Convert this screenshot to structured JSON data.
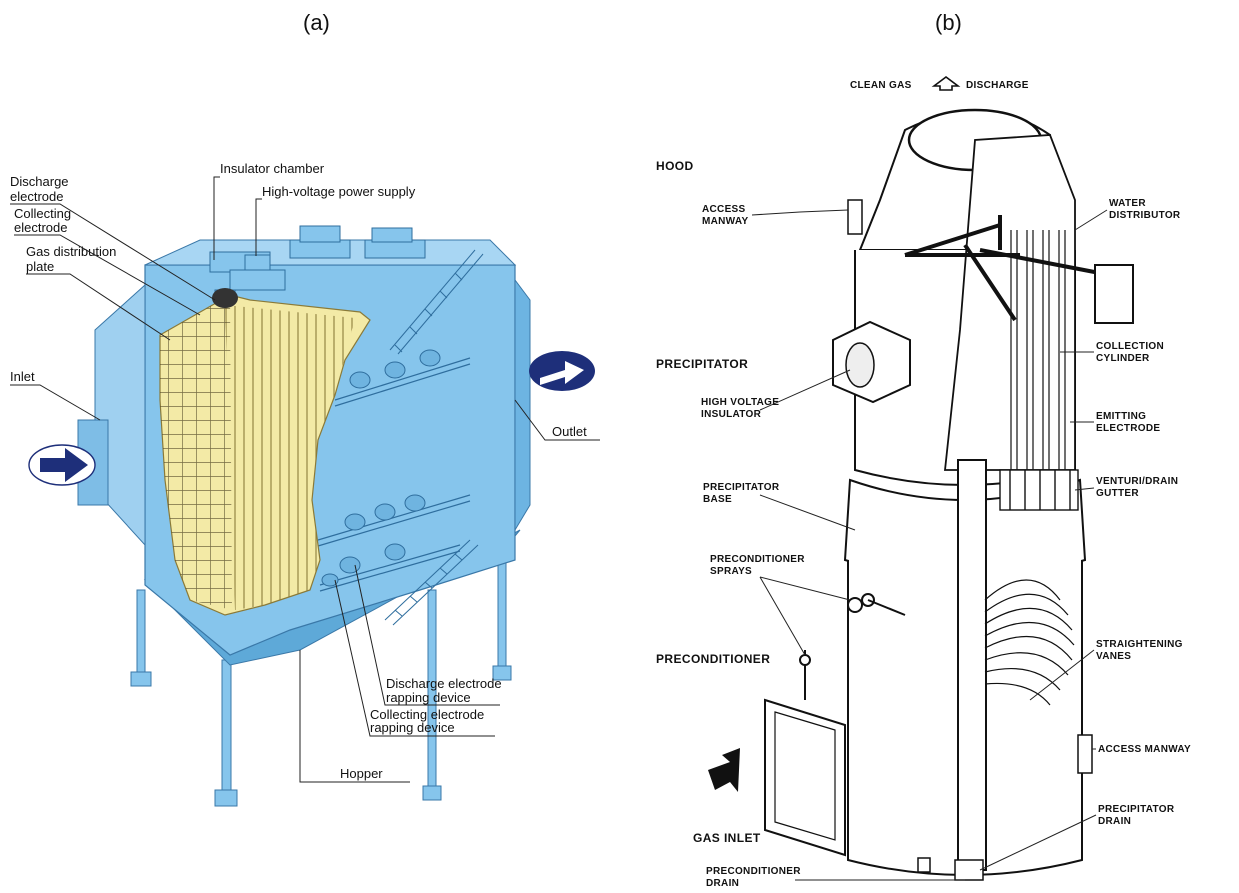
{
  "panels": {
    "a": {
      "label": "(a)",
      "callouts": {
        "discharge_electrode_1": "Discharge",
        "discharge_electrode_2": "electrode",
        "collecting_electrode_1": "Collecting",
        "collecting_electrode_2": "electrode",
        "gas_distribution_1": "Gas distribution",
        "gas_distribution_2": "plate",
        "insulator_chamber": "Insulator chamber",
        "hv_power_supply": "High-voltage power supply",
        "inlet": "Inlet",
        "outlet": "Outlet",
        "discharge_rapping_1": "Discharge electrode",
        "discharge_rapping_2": "rapping device",
        "collecting_rapping_1": "Collecting electrode",
        "collecting_rapping_2": "rapping device",
        "hopper": "Hopper"
      }
    },
    "b": {
      "label": "(b)",
      "top_caption_left": "CLEAN GAS",
      "top_caption_right": "DISCHARGE",
      "sections": {
        "hood": "HOOD",
        "precipitator": "PRECIPITATOR",
        "preconditioner": "PRECONDITIONER"
      },
      "callouts": {
        "access_manway_1": "ACCESS",
        "access_manway_2": "MANWAY",
        "water_distributor_1": "WATER",
        "water_distributor_2": "DISTRIBUTOR",
        "collection_cylinder_1": "COLLECTION",
        "collection_cylinder_2": "CYLINDER",
        "hv_insulator_1": "HIGH VOLTAGE",
        "hv_insulator_2": "INSULATOR",
        "emitting_electrode_1": "EMITTING",
        "emitting_electrode_2": "ELECTRODE",
        "precipitator_base_1": "PRECIPITATOR",
        "precipitator_base_2": "BASE",
        "venturi_1": "VENTURI/DRAIN",
        "venturi_2": "GUTTER",
        "preconditioner_sprays_1": "PRECONDITIONER",
        "preconditioner_sprays_2": "SPRAYS",
        "straightening_vanes_1": "STRAIGHTENING",
        "straightening_vanes_2": "VANES",
        "access_manway_lower": "ACCESS MANWAY",
        "gas_inlet": "GAS INLET",
        "precipitator_drain_1": "PRECIPITATOR",
        "precipitator_drain_2": "DRAIN",
        "preconditioner_drain_1": "PRECONDITIONER",
        "preconditioner_drain_2": "DRAIN"
      }
    }
  },
  "colors": {
    "casing_blue": "#86c5ec",
    "casing_blue_dark": "#5ea9d8",
    "electrode_yellow": "#f3eaa6",
    "electrode_line": "#7a6a2a",
    "arrow_navy": "#1e2f7a",
    "ink": "#111111"
  }
}
